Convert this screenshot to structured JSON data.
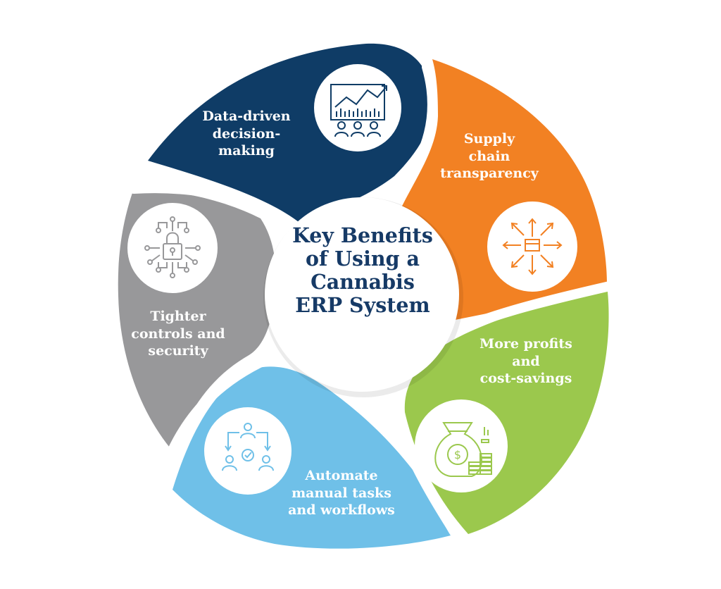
{
  "title_lines": [
    "Key Benefits",
    "of Using a",
    "Cannabis",
    "ERP System"
  ],
  "colors": {
    "navy": "#0f3c66",
    "orange": "#f28123",
    "green": "#9bc84d",
    "light_blue": "#6fc0e8",
    "gray": "#98989a",
    "title_text": "#163a66"
  },
  "segments": [
    {
      "id": "data-driven",
      "color": "#0f3c66",
      "icon": "analytics-team-icon",
      "label_lines": [
        "Data-driven",
        "decision-",
        "making"
      ]
    },
    {
      "id": "supply-chain",
      "color": "#f28123",
      "icon": "distribution-arrows-icon",
      "label_lines": [
        "Supply",
        "chain",
        "transparency"
      ]
    },
    {
      "id": "profits",
      "color": "#9bc84d",
      "icon": "money-bag-coins-icon",
      "label_lines": [
        "More profits",
        "and",
        "cost-savings"
      ]
    },
    {
      "id": "automate",
      "color": "#6fc0e8",
      "icon": "workflow-people-icon",
      "label_lines": [
        "Automate",
        "manual tasks",
        "and workflows"
      ]
    },
    {
      "id": "security",
      "color": "#98989a",
      "icon": "circuit-lock-icon",
      "label_lines": [
        "Tighter",
        "controls and",
        "security"
      ]
    }
  ]
}
